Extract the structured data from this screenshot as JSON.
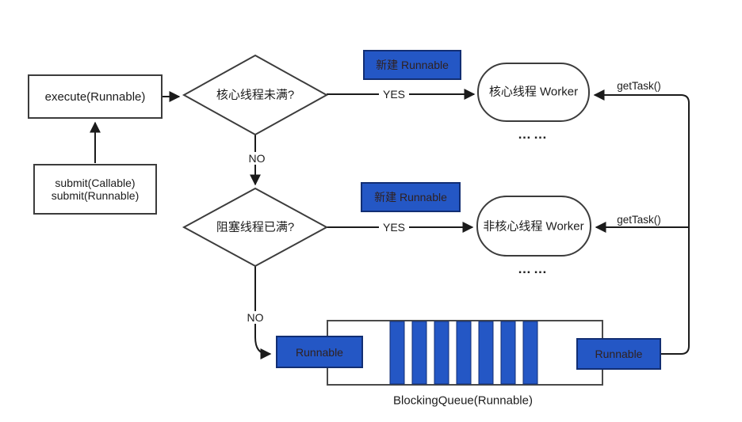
{
  "colors": {
    "accent_blue": "#2457c5",
    "blue_box_border": "#122e73",
    "shape_border": "#3c3c3c",
    "line_color": "#1b1b1b",
    "background": "#ffffff"
  },
  "boxes": {
    "execute": "execute(Runnable)",
    "submit_line1": "submit(Callable)",
    "submit_line2": "submit(Runnable)",
    "new_runnable_top": "新建 Runnable",
    "new_runnable_mid": "新建 Runnable",
    "queue_runnable_left": "Runnable",
    "queue_runnable_right": "Runnable"
  },
  "decisions": {
    "core_thread": "核心线程未满?",
    "blocking_queue": "阻塞线程已满?"
  },
  "workers": {
    "core": "核心线程 Worker",
    "core_ellipsis": "……",
    "noncore": "非核心线程 Worker",
    "noncore_ellipsis": "……"
  },
  "edge_labels": {
    "yes_top": "YES",
    "yes_mid": "YES",
    "no_top": "NO",
    "no_bottom": "NO",
    "gettask_top": "getTask()",
    "gettask_mid": "getTask()"
  },
  "queue": {
    "label": "BlockingQueue(Runnable)",
    "bar_count": 7
  }
}
